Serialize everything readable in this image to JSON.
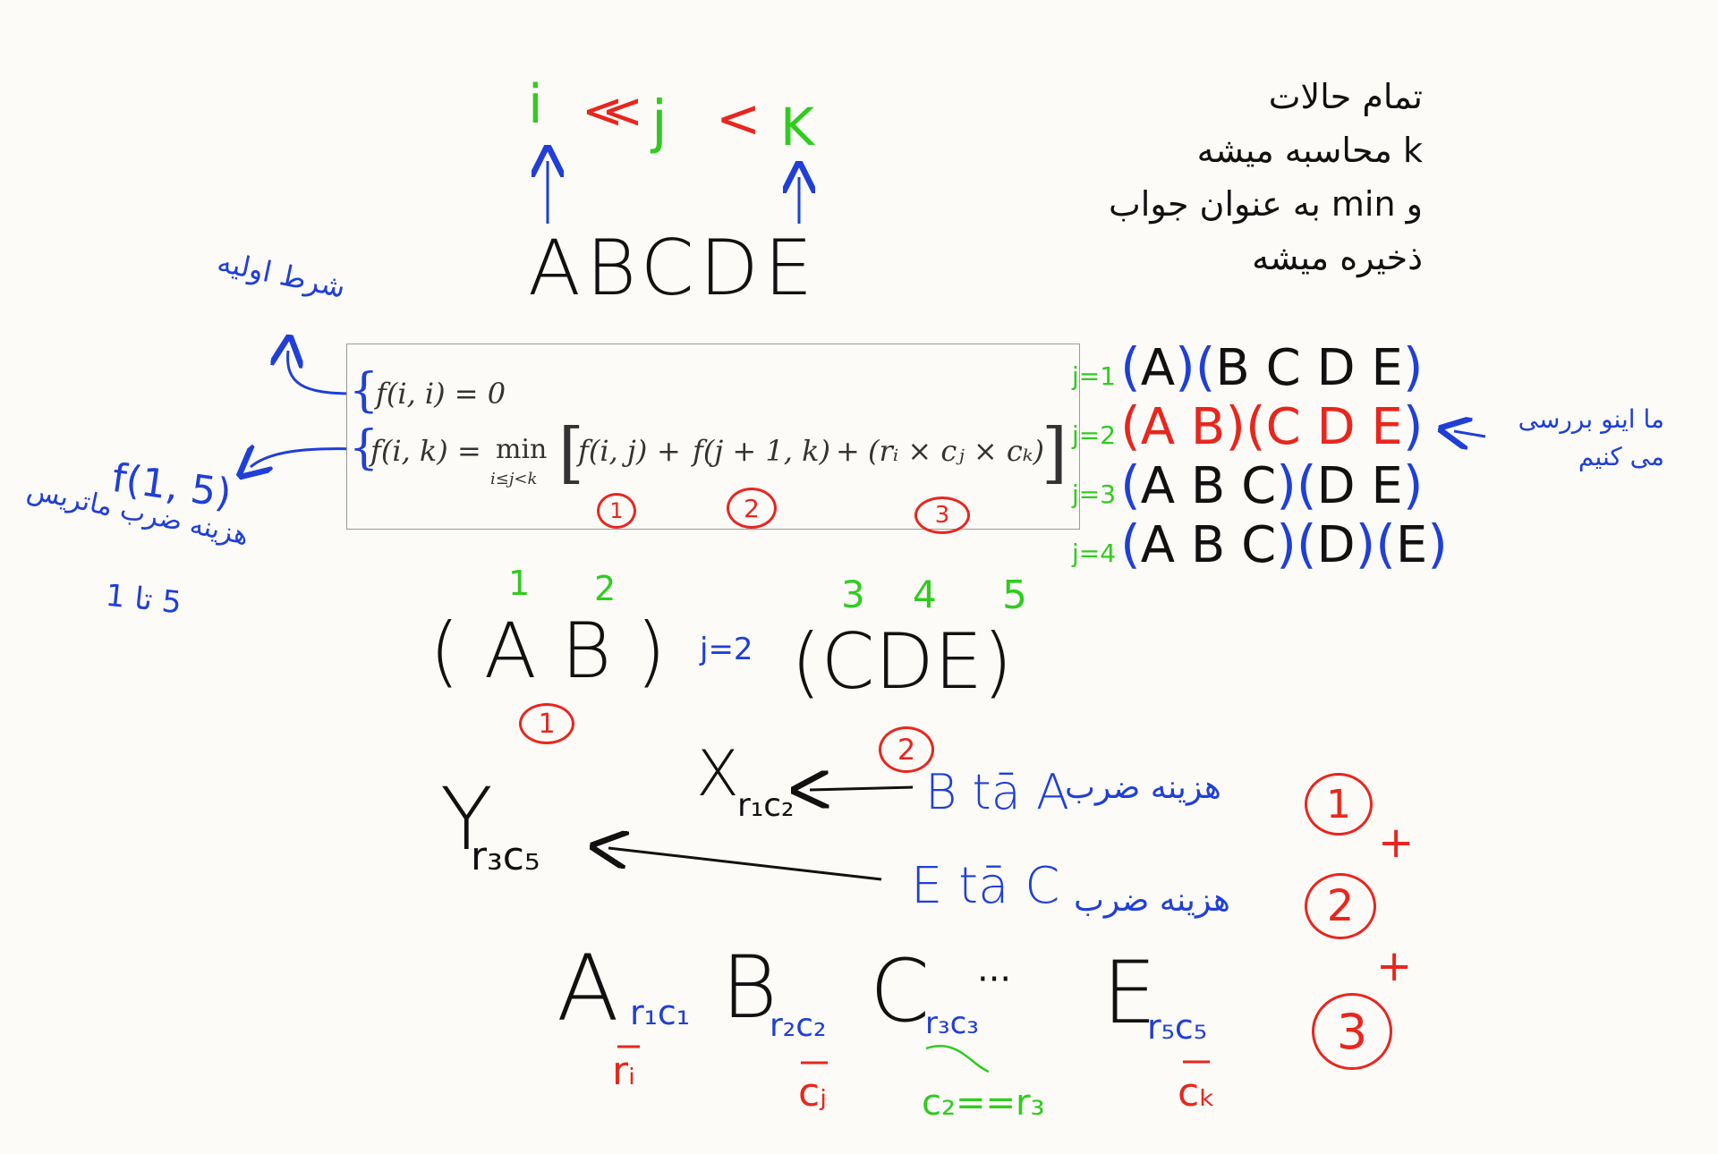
{
  "colors": {
    "red": "#e8261e",
    "green": "#2fcc1f",
    "blue": "#1f3fd8",
    "black": "#111111"
  },
  "order": {
    "i": "i",
    "lt1": "<",
    "j": "j",
    "lt2": "<",
    "k": "K"
  },
  "word": "ABCDE",
  "note_top_right": [
    "تمام حالات",
    "k محاسبه میشه",
    "و min به عنوان جواب",
    "ذخیره میشه"
  ],
  "note_base": "شرط اولیه",
  "formula": {
    "base": "f(i, i) = 0",
    "rec_lhs": "f(i, k) =",
    "rec_min": "min",
    "rec_sub": "i≤j<k",
    "term1": "f(i, j)",
    "plus1": "+",
    "term2": "f(j + 1, k)",
    "plus2": "+",
    "term3": "(rᵢ × cⱼ × cₖ)",
    "n1": "1",
    "n2": "2",
    "n3": "3"
  },
  "left_note": {
    "call": "f(1, 5)",
    "line2": "هزینه ضرب ماتریس",
    "line3": "5 تا 1"
  },
  "splits": [
    {
      "label": "j=1",
      "groups": [
        "A",
        "B C D E"
      ]
    },
    {
      "label": "j=2",
      "groups": [
        "A B",
        "C D E"
      ]
    },
    {
      "label": "j=3",
      "groups": [
        "A B C",
        "D E"
      ]
    },
    {
      "label": "j=4",
      "groups": [
        "A B C",
        "D",
        "E"
      ]
    }
  ],
  "split_note": [
    "ما اینو بررسی",
    "می کنیم"
  ],
  "example": {
    "indices": [
      "1",
      "2",
      "3",
      "4",
      "5"
    ],
    "left_group": "( A  B )",
    "j_label": "j=2",
    "right_group": "(CDE)",
    "c1": "1",
    "c2": "2"
  },
  "results": {
    "x": "X",
    "x_sub": "r₁c₂",
    "y": "Y",
    "y_sub": "r₃c₅",
    "row1_expr": "B tā A",
    "row1_cost": "هزینه ضرب",
    "row1_num": "1",
    "row2_expr": "E tā C",
    "row2_cost": "هزینه ضرب",
    "row2_num": "2",
    "row3_num": "3",
    "plus": "+"
  },
  "matrices": {
    "a": "A",
    "a_sub": "r₁c₁",
    "b": "B",
    "b_sub": "r₂c₂",
    "c": "C",
    "c_sub": "r₃c₃",
    "dots": "···",
    "e": "E",
    "e_sub": "r₅c₅",
    "ri": "rᵢ",
    "cj": "cⱼ",
    "ck": "cₖ",
    "eq": "c₂==r₃"
  }
}
